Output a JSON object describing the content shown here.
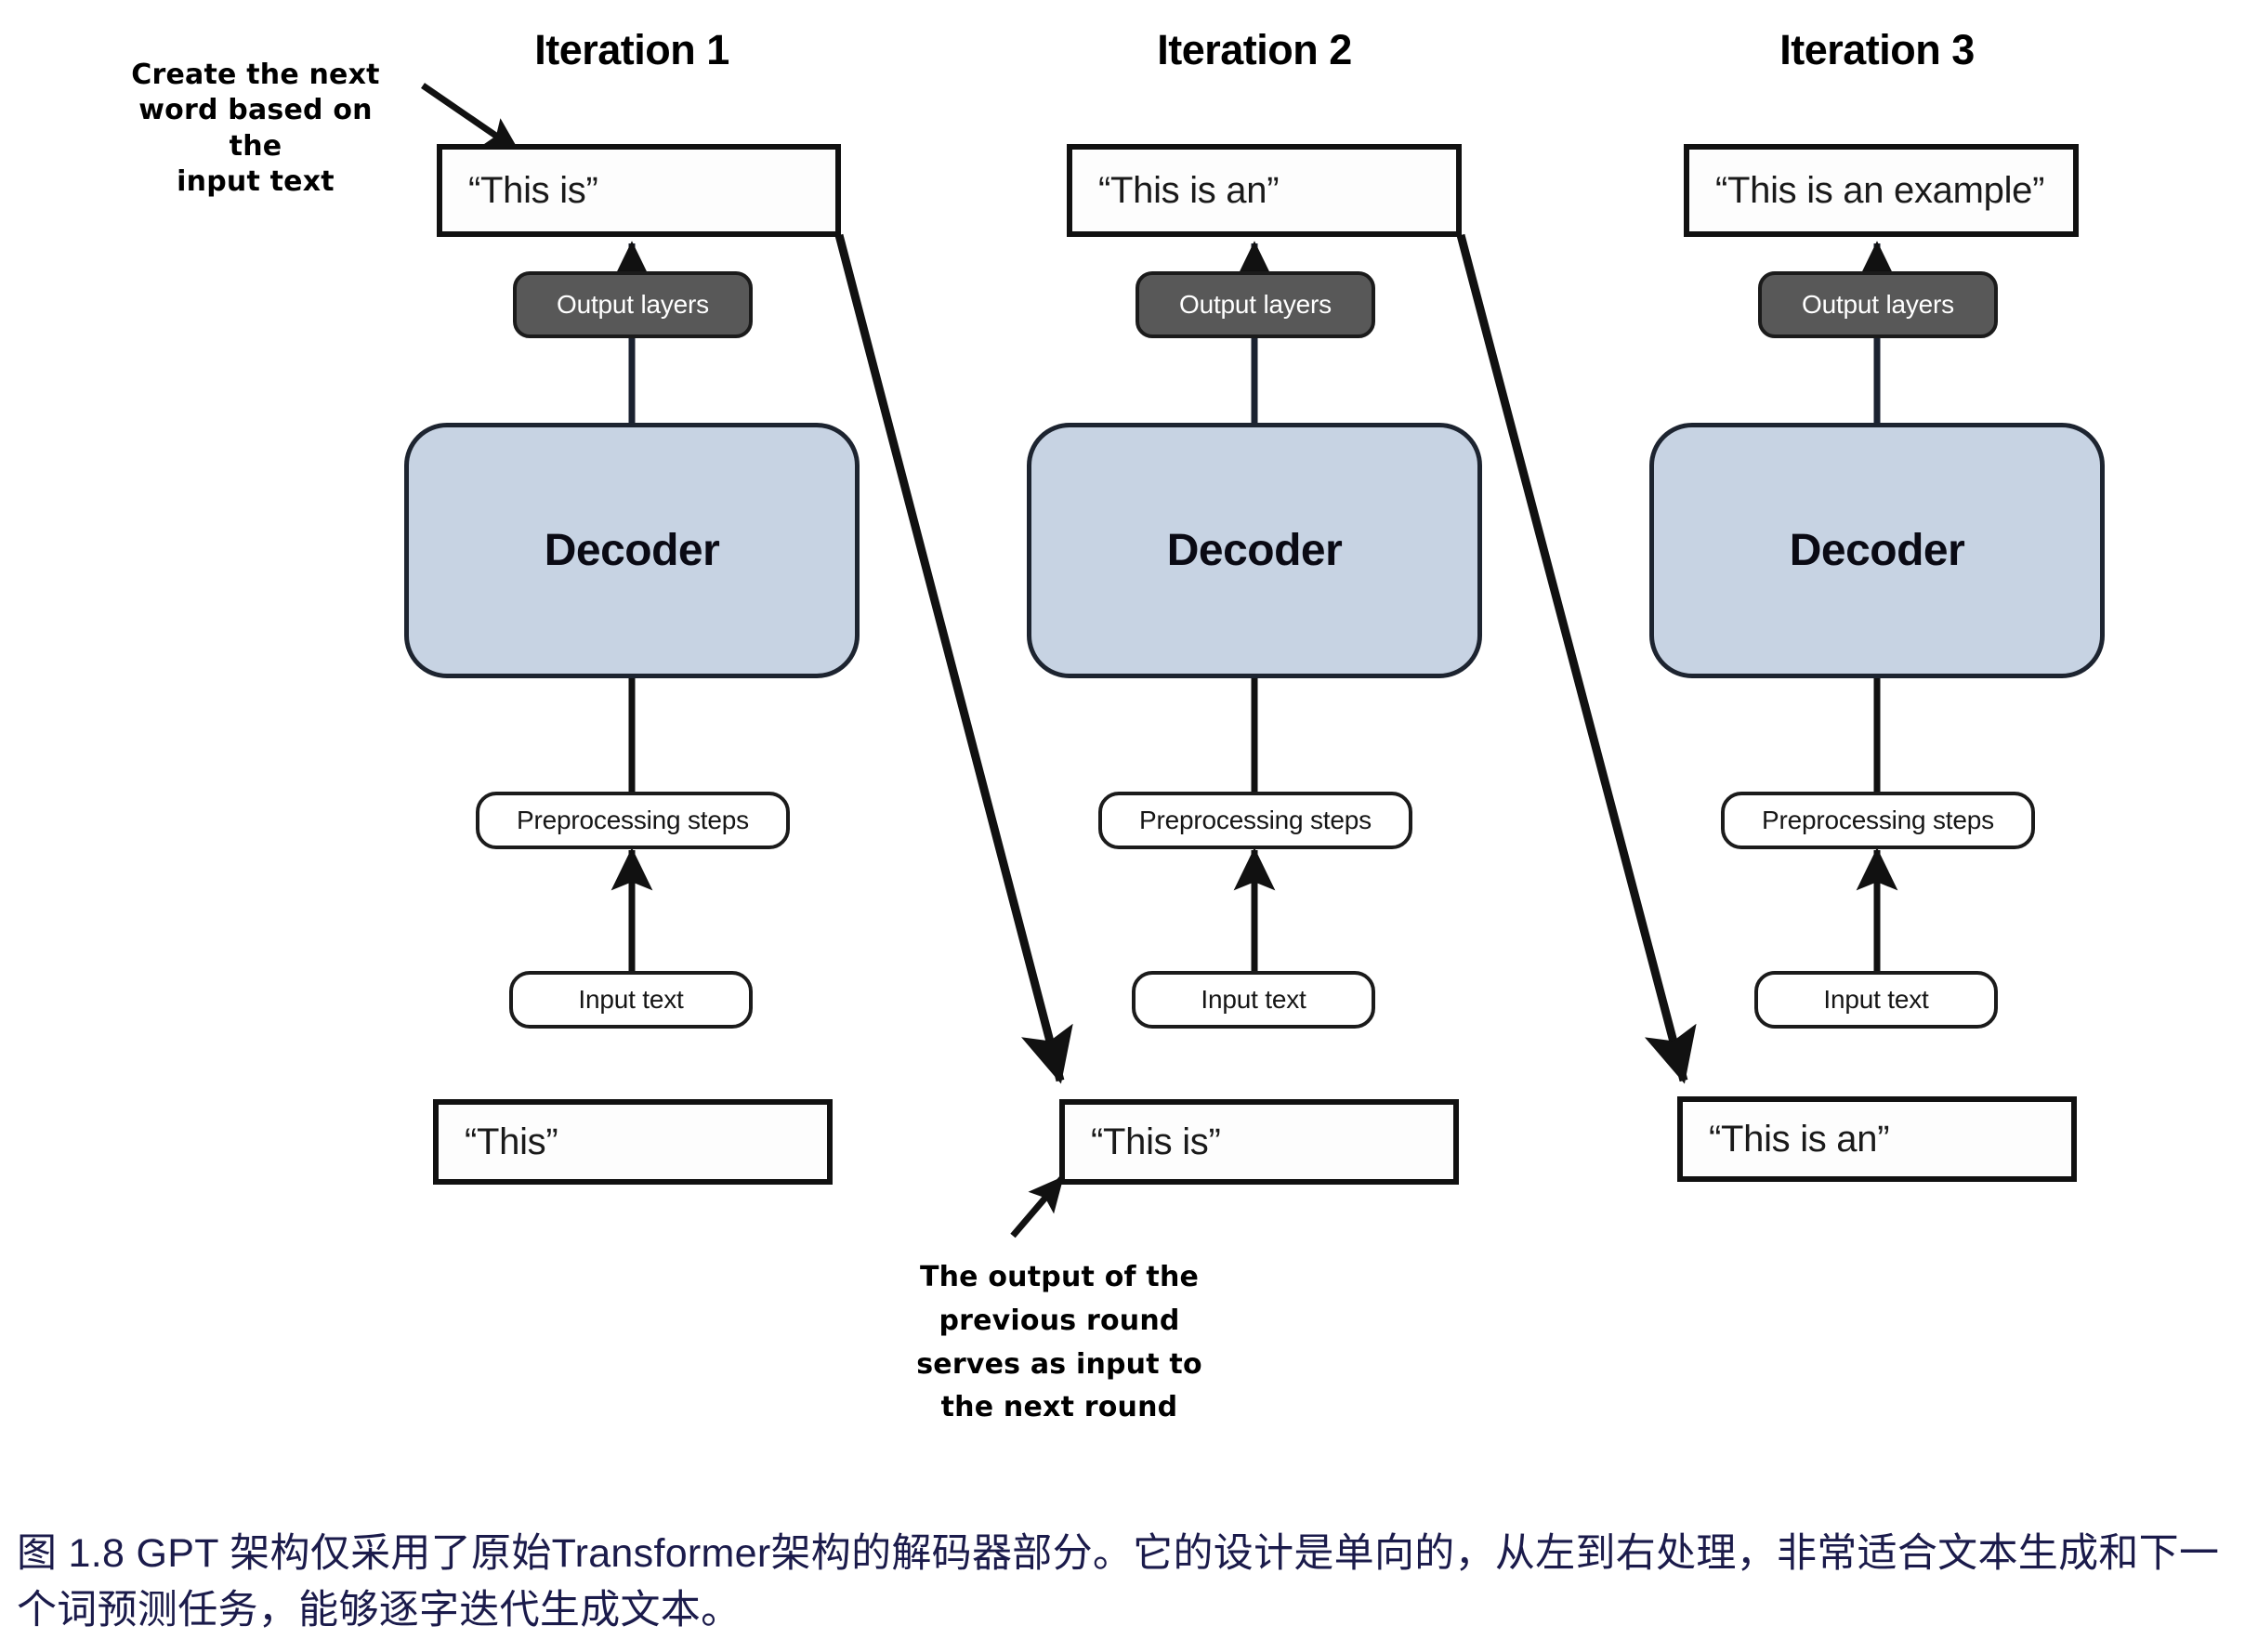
{
  "figure": {
    "id": "figure-1-8",
    "caption": "图 1.8  GPT 架构仅采用了原始Transformer架构的解码器部分。它的设计是单向的，从左到右处理，非常适合文本生成和下一个词预测任务，能够逐字迭代生成文本。",
    "caption_color": "#1b1b4b",
    "background_color": "#ffffff"
  },
  "palette": {
    "output_layers_fill": "#585858",
    "output_layers_text": "#ffffff",
    "decoder_fill": "#c7d3e3",
    "decoder_border": "#1d2430",
    "box_border": "#111111",
    "pill_border": "#1b1b1b",
    "arrow_color": "#111111"
  },
  "annotations": {
    "top_left": {
      "lines": [
        "Create the next",
        "word based on the",
        "input text"
      ],
      "text": "Create the next word based on the input text",
      "points_to": "iteration-1-output-text-box"
    },
    "bottom_center": {
      "lines": [
        "The output of the",
        "previous round",
        "serves as input to",
        "the next round"
      ],
      "text": "The output of the previous round serves as input to the next round",
      "points_to": "iteration-2-input-text-box"
    }
  },
  "shared_labels": {
    "output_layers": "Output layers",
    "decoder": "Decoder",
    "preprocessing_steps": "Preprocessing steps",
    "input_text": "Input text"
  },
  "columns": [
    {
      "id": "iteration-1",
      "title": "Iteration 1",
      "output_text": "“This is”",
      "output_layers": "Output layers",
      "decoder": "Decoder",
      "preprocessing_steps": "Preprocessing steps",
      "input_text_pill": "Input text",
      "input_text": "“This”",
      "feeds_next": true
    },
    {
      "id": "iteration-2",
      "title": "Iteration 2",
      "output_text": "“This is an”",
      "output_layers": "Output layers",
      "decoder": "Decoder",
      "preprocessing_steps": "Preprocessing steps",
      "input_text_pill": "Input text",
      "input_text": "“This is”",
      "feeds_next": true
    },
    {
      "id": "iteration-3",
      "title": "Iteration 3",
      "output_text": "“This is an example”",
      "output_layers": "Output layers",
      "decoder": "Decoder",
      "preprocessing_steps": "Preprocessing steps",
      "input_text_pill": "Input text",
      "input_text": "“This is an”",
      "feeds_next": false
    }
  ]
}
